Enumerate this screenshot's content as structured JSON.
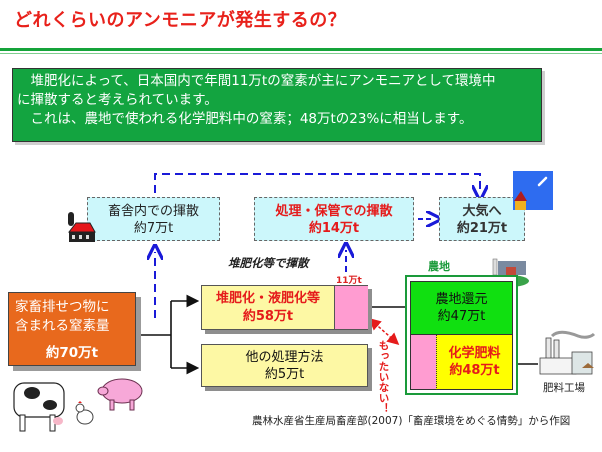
{
  "title": "どれくらいのアンモニアが発生するの？",
  "summary": {
    "line1": "　堆肥化によって、日本国内で年間11万tの窒素が主にアンモニアとして環境中",
    "line2": "に揮散すると考えられています。",
    "line3": "　これは、農地で使われる化学肥料中の窒素；48万tの23%に相当します。"
  },
  "boxes": {
    "barn_emission": {
      "label": "畜舎内での揮散",
      "amount": "約7万t"
    },
    "storage_emission": {
      "label": "処理・保管での揮散",
      "amount": "約14万t"
    },
    "atmosphere": {
      "label": "大気へ",
      "amount": "約21万t"
    },
    "source": {
      "label_line1": "家畜排せつ物に",
      "label_line2": "含まれる窒素量",
      "amount": "約70万t"
    },
    "compost": {
      "label": "堆肥化・液肥化等",
      "amount": "約58万t"
    },
    "other": {
      "label": "他の処理方法",
      "amount": "約5万t"
    },
    "farm_return": {
      "label": "農地還元",
      "amount": "約47万t"
    },
    "chem_fertilizer": {
      "label": "化学肥料",
      "amount": "約48万t"
    }
  },
  "labels": {
    "compost_emission": "堆肥化等で揮散",
    "compost_emission_amount": "11万t",
    "farmland": "農地",
    "mottainai": "もったいない！",
    "factory": "肥料工場"
  },
  "source_note": "農林水産省生産局畜産部(2007)「畜産環境をめぐる情勢」から作図",
  "colors": {
    "title_red": "#e8211b",
    "summary_green": "#13a440",
    "source_orange": "#e8691d",
    "dashed_box": "#ccf7fb",
    "yellow_box": "#fdf8a4",
    "pink_fraction": "#ff9cd1",
    "farm_green": "#10e010",
    "fertilizer_yellow": "#ffff00",
    "arrow_blue": "#1a1ad8"
  },
  "icons": [
    "barn-icon",
    "house-smoke-icon",
    "farm-village-icon",
    "factory-icon",
    "cow-icon",
    "chicken-icon",
    "pig-icon"
  ]
}
